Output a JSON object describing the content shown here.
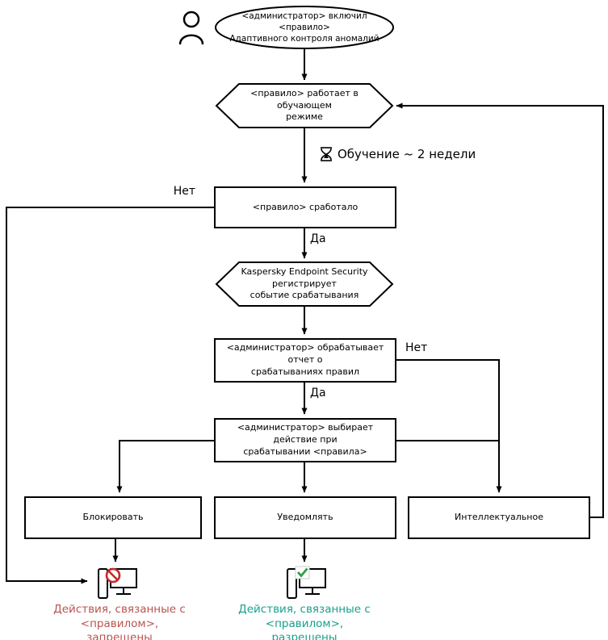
{
  "diagram": {
    "start": {
      "line1": "<администратор> включил <правило>",
      "line2": "Адаптивного контроля аномалий"
    },
    "training_mode": {
      "line1": "<правило>  работает в обучающем",
      "line2": "режиме"
    },
    "training_duration": "Обучение ~ 2 недели",
    "rule_triggered": "<правило>  сработало",
    "register_event": {
      "line1": "Kaspersky Endpoint Security регистрирует",
      "line2": "событие срабатывания"
    },
    "process_report": {
      "line1": "<администратор> обрабатывает отчет о",
      "line2": "срабатываниях правил"
    },
    "choose_action": {
      "line1": "<администратор> выбирает действие при",
      "line2": "срабатывании <правила>"
    },
    "actions": {
      "block": "Блокировать",
      "notify": "Уведомлять",
      "smart": "Интеллектуальное"
    },
    "labels": {
      "yes": "Да",
      "no": "Нет"
    },
    "result_blocked": {
      "line1": "Действия, связанные с",
      "line2": "<правилом>, запрещены"
    },
    "result_allowed": {
      "line1": "Действия, связанные с",
      "line2": "<правилом>, разрешены"
    },
    "colors": {
      "blocked_text": "#b85450",
      "allowed_text": "#17a08c",
      "line": "#000000",
      "prohibit_icon": "#c62828",
      "check_icon": "#2f9e44"
    }
  }
}
